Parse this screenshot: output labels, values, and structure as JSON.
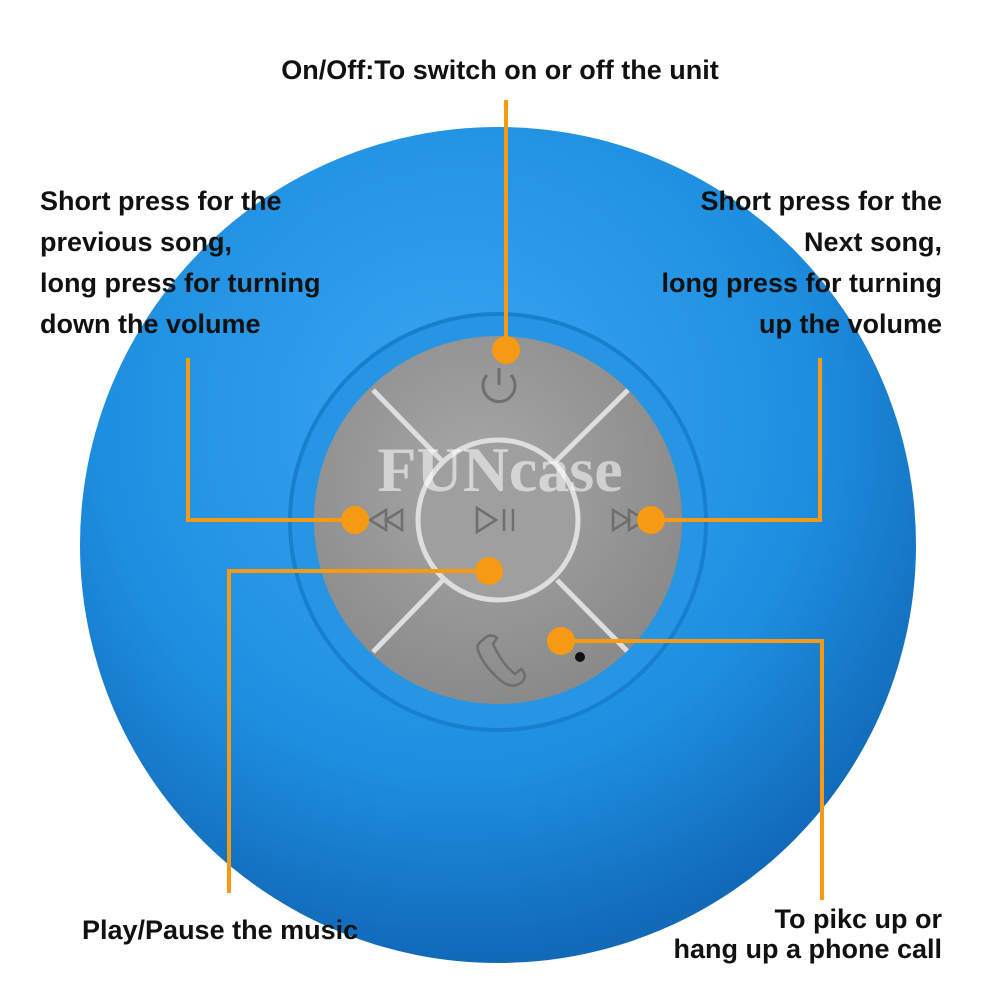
{
  "annotations": {
    "on_off": "On/Off:To switch on or off the unit",
    "previous": "Short press for the\nprevious song,\nlong press for turning\ndown the volume",
    "next": "Short press for the\nNext song,\nlong press for turning\nup the volume",
    "play_pause": "Play/Pause the music",
    "phone": "To pikc up or\nhang up a phone call"
  },
  "watermark": "FUNcase",
  "colors": {
    "speaker_body": "#1e8fe0",
    "button_panel": "#9a9a9a",
    "callout": "#f59a12",
    "text": "#111111"
  },
  "icons": [
    "power-icon",
    "previous-track-icon",
    "play-pause-icon",
    "next-track-icon",
    "phone-icon"
  ]
}
